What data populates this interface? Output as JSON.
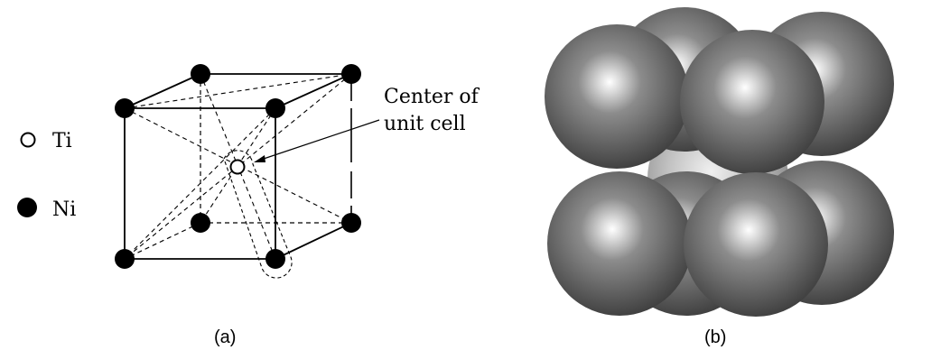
{
  "legend": {
    "items": [
      {
        "symbol": "open-circle-icon",
        "label": "Ti"
      },
      {
        "symbol": "filled-circle-icon",
        "label": "Ni"
      }
    ]
  },
  "annotation": {
    "line1": "Center of",
    "line2": "unit cell"
  },
  "captions": {
    "a": "(a)",
    "b": "(b)"
  },
  "colors": {
    "ni_atom": "#000000",
    "ti_atom_fill": "#ffffff",
    "sphere_base": "#5a5a5a",
    "sphere_highlight": "#ffffff",
    "center_sphere": "#b8b8b8"
  }
}
